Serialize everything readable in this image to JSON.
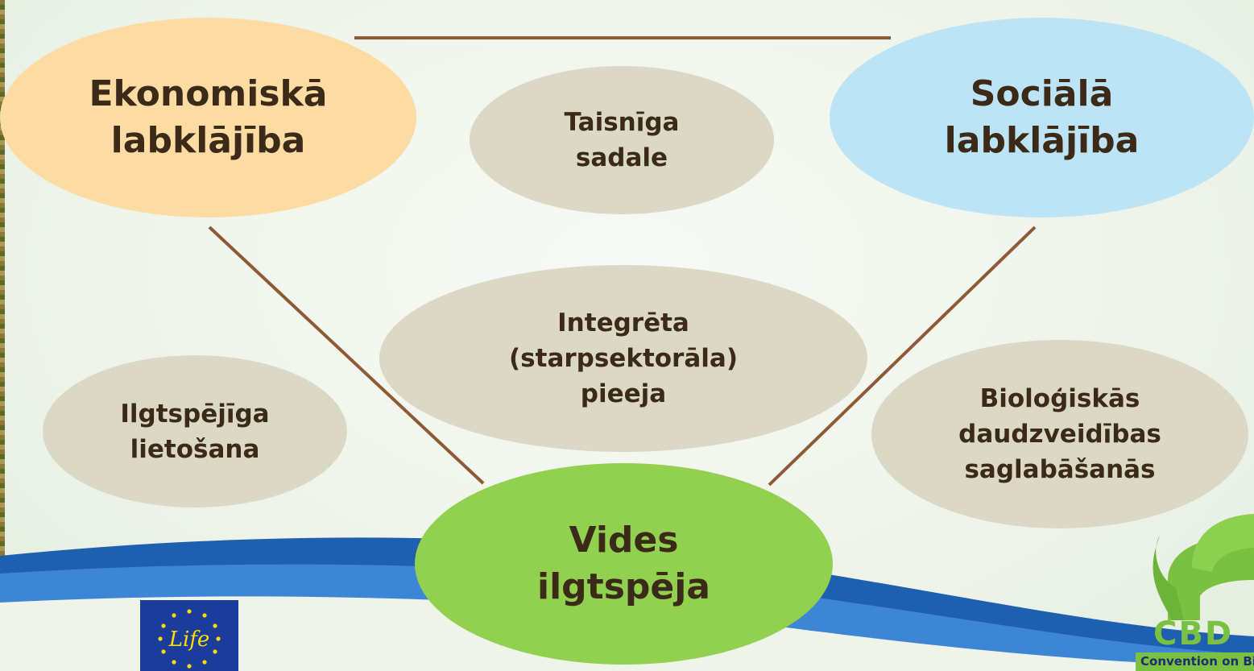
{
  "colors": {
    "connector": "#8c5a34",
    "economic": "#fcdca3",
    "social": "#bde4f5",
    "environment": "#92d050",
    "secondary": "#dcd8c6",
    "text": "#3b2a18",
    "wave_blue": "#1f5fb0"
  },
  "nodes": {
    "economic": "Ekonomiskā\nlabklājība",
    "social": "Sociālā\nlabklājība",
    "environment": "Vides\nilgtspēja",
    "fair_distribution": "Taisnīga\nsadale",
    "integrated": "Integrēta\n(starpsektorāla)\npieeja",
    "sustainable_use": "Ilgtspējīga\nlietošana",
    "biodiversity": "Bioloģiskās\ndaudzveidības\nsaglabāšanās"
  },
  "logos": {
    "eu_life": "Life",
    "cbd": "CBD",
    "cbd_caption": "Convention on Biological Diversity"
  }
}
